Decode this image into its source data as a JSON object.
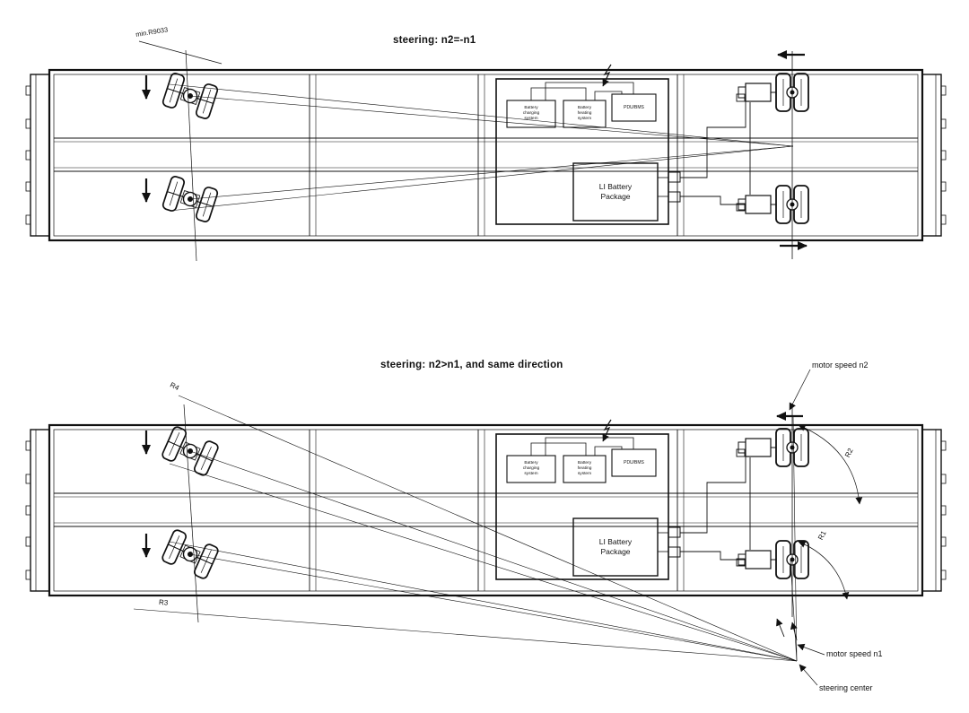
{
  "page": {
    "background": "#ffffff"
  },
  "colors": {
    "ink": "#111111"
  },
  "top_diagram": {
    "title": "steering: n2=-n1",
    "min_radius": "min.R9033"
  },
  "bottom_diagram": {
    "title": "steering: n2>n1, and same direction",
    "r1": "R1",
    "r2": "R2",
    "r3": "R3",
    "r4": "R4",
    "motor_speed_n2": "motor speed n2",
    "motor_speed_n1": "motor speed n1",
    "steering_center": "steering center"
  },
  "battery_bay": {
    "charging_system": "Battery charging system",
    "heating_system": "Battery heating system",
    "pdu_bms": "PDU/BMS",
    "battery_package": "LI Battery Package"
  }
}
